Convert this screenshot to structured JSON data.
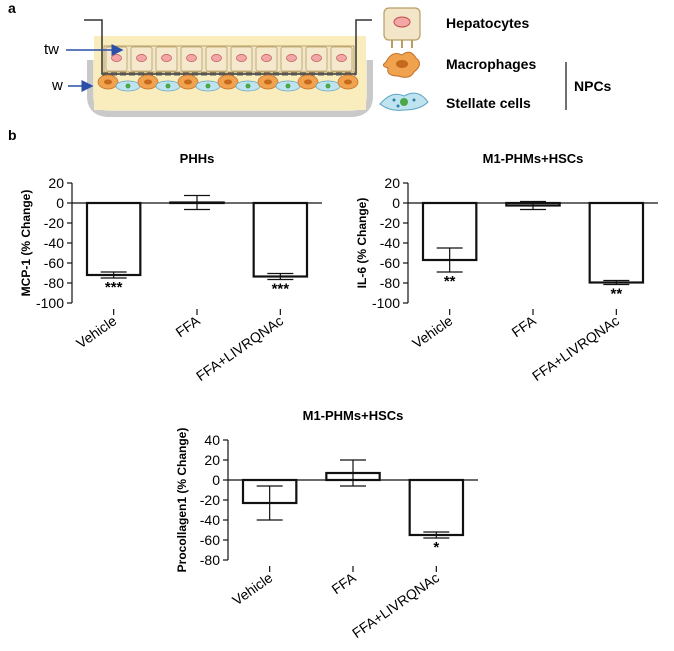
{
  "panel_a": {
    "label": "a",
    "tw_label": "tw",
    "w_label": "w",
    "legend": {
      "hepatocytes": "Hepatocytes",
      "macrophages": "Macrophages",
      "stellate": "Stellate cells",
      "npcs": "NPCs"
    }
  },
  "panel_b": {
    "label": "b"
  },
  "chart_data": [
    {
      "type": "bar",
      "title": "PHHs",
      "ylabel": "MCP-1 (% Change)",
      "xlabel": "",
      "categories": [
        "Vehicle",
        "FFA",
        "FFA+LIVRQNAc"
      ],
      "values": [
        -72,
        0.5,
        -73.5
      ],
      "errors": [
        3,
        7,
        3
      ],
      "significance": [
        "***",
        "",
        "***"
      ],
      "ylim": [
        -100,
        20
      ],
      "yticks": [
        20,
        0,
        -20,
        -40,
        -60,
        -80,
        -100
      ],
      "grid": false
    },
    {
      "type": "bar",
      "title": "M1-PHMs+HSCs",
      "ylabel": "IL-6 (% Change)",
      "xlabel": "",
      "categories": [
        "Vehicle",
        "FFA",
        "FFA+LIVRQNAc"
      ],
      "values": [
        -57,
        -2.5,
        -79.5
      ],
      "errors": [
        12,
        4,
        2
      ],
      "significance": [
        "**",
        "",
        "**"
      ],
      "ylim": [
        -100,
        20
      ],
      "yticks": [
        20,
        0,
        -20,
        -40,
        -60,
        -80,
        -100
      ],
      "grid": false
    },
    {
      "type": "bar",
      "title": "M1-PHMs+HSCs",
      "ylabel": "Procollagen1 (% Change)",
      "xlabel": "",
      "categories": [
        "Vehicle",
        "FFA",
        "FFA+LIVRQNAc"
      ],
      "values": [
        -23,
        7,
        -55
      ],
      "errors": [
        17,
        13,
        3
      ],
      "significance": [
        "",
        "",
        "*"
      ],
      "ylim": [
        -80,
        40
      ],
      "yticks": [
        40,
        20,
        0,
        -20,
        -40,
        -60,
        -80
      ],
      "grid": false
    }
  ]
}
